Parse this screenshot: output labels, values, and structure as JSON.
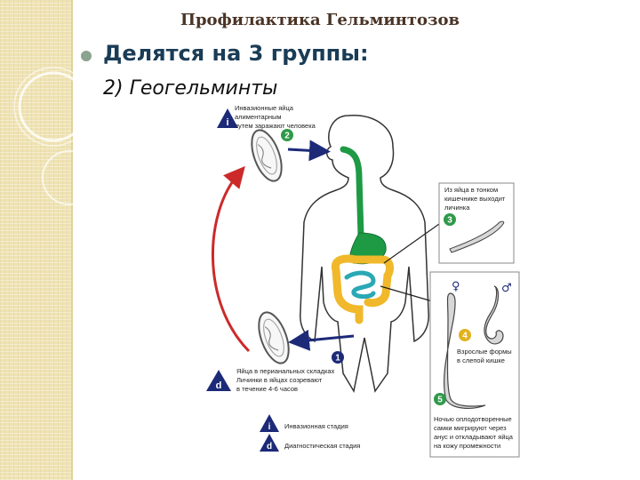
{
  "slide": {
    "title": "Профилактика Гельминтозов",
    "heading": "Делятся на 3 группы:",
    "subheading": "2) Геогельминты"
  },
  "diagram": {
    "steps": [
      "1",
      "2",
      "3",
      "4",
      "5"
    ],
    "badges": {
      "infective": "i",
      "diagnostic": "d"
    },
    "sex_symbols": {
      "female": "♀",
      "male": "♂"
    },
    "notes": {
      "infective_eggs": [
        "Инвазионные яйца",
        "алиментарным",
        "путем заражают человека"
      ],
      "larva_hatch": [
        "Из яйца в тонком",
        "кишечнике выходит",
        "личинка"
      ],
      "adult_forms": [
        "Взрослые формы",
        "в слепой кишке"
      ],
      "perianal_eggs": [
        "Яйца в перианальных складках",
        "Личинки в яйцах созревают",
        "в течение 4-6 часов"
      ],
      "night_migration": [
        "Ночью оплодотворенные",
        "самки мигрируют через",
        "анус и откладывают яйца",
        "на кожу промежности"
      ]
    },
    "legend": {
      "infective": "Инвазионная стадия",
      "diagnostic": "Диагностическая стадия"
    },
    "colors": {
      "stomach": "#1e9a45",
      "intestine": "#f0b82a",
      "cecum": "#2aa8b5",
      "arrow_red": "#cc2a2a",
      "arrow_blue": "#1c2a78",
      "badge": "#1c2a78",
      "step_green": "#2f9a4a",
      "step_yellow": "#e2b21c"
    }
  }
}
